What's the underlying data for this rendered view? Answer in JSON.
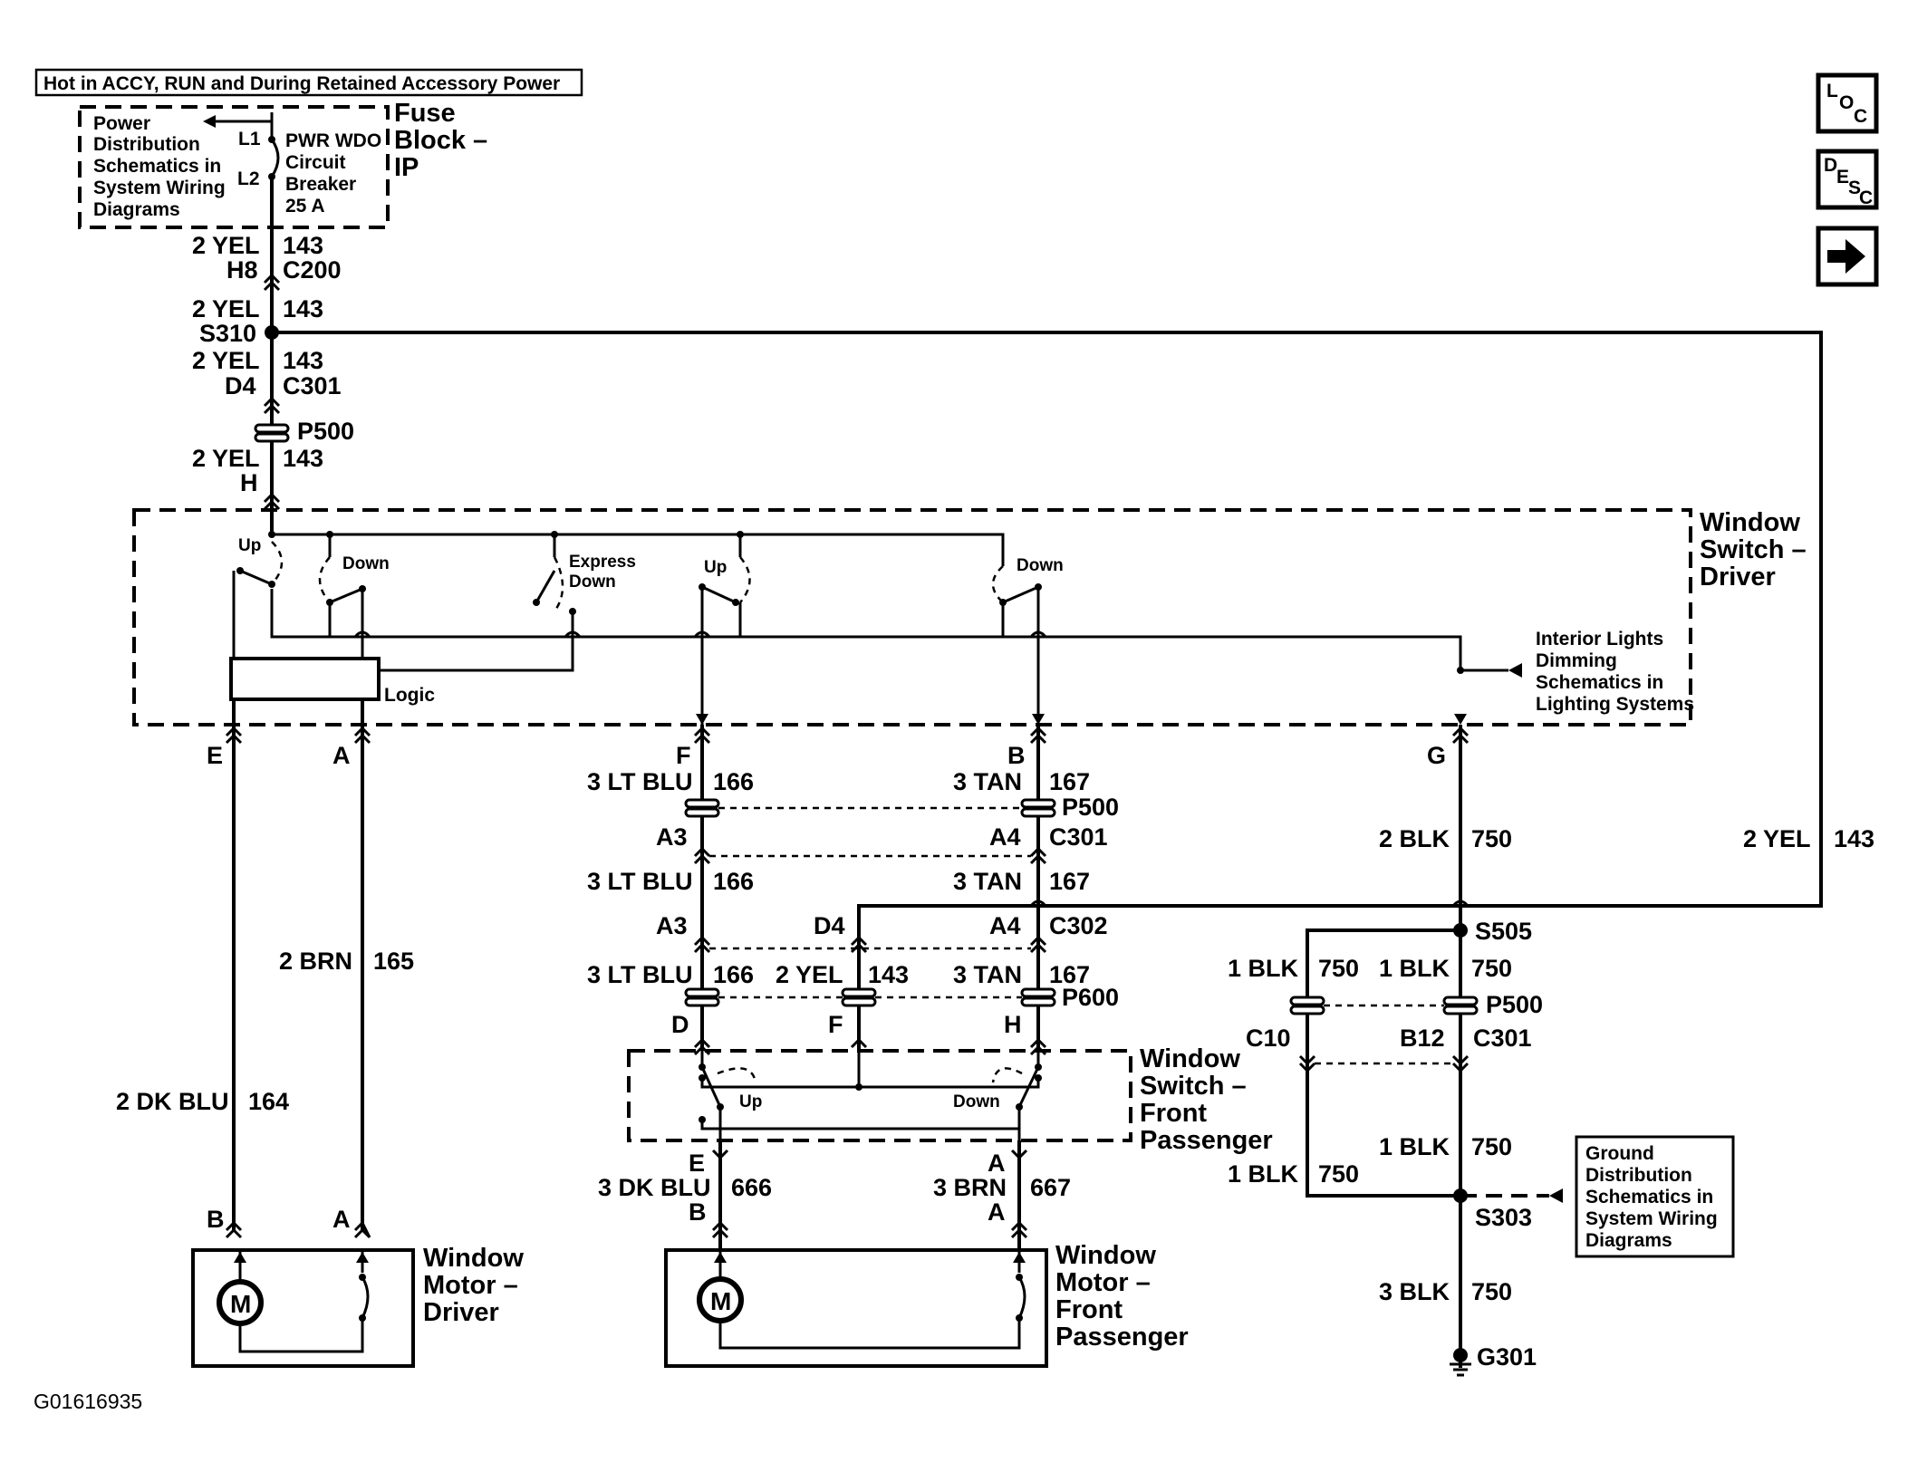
{
  "header_label": "Hot in ACCY, RUN and During Retained Accessory Power",
  "nav_buttons": {
    "loc": [
      "L",
      "O",
      "C"
    ],
    "desc": [
      "D",
      "E",
      "S",
      "C"
    ],
    "next_arrow_icon": "arrow-right-icon"
  },
  "fuse_block": {
    "ref_text": [
      "Power",
      "Distribution",
      "Schematics in",
      "System Wiring",
      "Diagrams"
    ],
    "terminal_l1": "L1",
    "terminal_l2": "L2",
    "breaker_text": [
      "PWR WDO",
      "Circuit",
      "Breaker",
      "25 A"
    ],
    "name": [
      "Fuse",
      "Block –",
      "IP"
    ]
  },
  "feed": {
    "w1": "2 YEL",
    "c1": "143",
    "pin1": "H8",
    "conn1": "C200",
    "w2": "2 YEL",
    "c2": "143",
    "splice": "S310",
    "w3": "2 YEL",
    "c3": "143",
    "pin3": "D4",
    "conn3": "C301",
    "p500": "P500",
    "w4": "2 YEL",
    "c4": "143",
    "pin4": "H"
  },
  "driver_switch": {
    "name": [
      "Window",
      "Switch –",
      "Driver"
    ],
    "up_label": "Up",
    "down_label": "Down",
    "express_label": [
      "Express",
      "Down"
    ],
    "up2_label": "Up",
    "down2_label": "Down",
    "logic_label": "Logic",
    "dimming_ref": [
      "Interior Lights",
      "Dimming",
      "Schematics in",
      "Lighting Systems"
    ],
    "pin_e": "E",
    "pin_a": "A",
    "pin_f": "F",
    "pin_b": "B",
    "pin_g": "G"
  },
  "driver_motor_circuit": {
    "w_brn": "2 BRN",
    "c_brn": "165",
    "w_dkblu": "2 DK BLU",
    "c_dkblu": "164",
    "pin_b": "B",
    "pin_a": "A",
    "motor_symbol": "M",
    "name": [
      "Window",
      "Motor –",
      "Driver"
    ]
  },
  "passenger_circuit": {
    "w_ltblu1": "3 LT BLU",
    "c_ltblu1": "166",
    "w_tan1": "3 TAN",
    "c_tan1": "167",
    "p500": "P500",
    "pin_a3_1": "A3",
    "pin_a4_1": "A4",
    "conn_c301": "C301",
    "w_ltblu2": "3 LT BLU",
    "c_ltblu2": "166",
    "w_tan2": "3 TAN",
    "c_tan2": "167",
    "pin_a3_2": "A3",
    "pin_d4": "D4",
    "pin_a4_2": "A4",
    "conn_c302": "C302",
    "w_ltblu3": "3 LT BLU",
    "c_ltblu3": "166",
    "w_yel": "2 YEL",
    "c_yel": "143",
    "w_tan3": "3 TAN",
    "c_tan3": "167",
    "p600": "P600",
    "pin_d": "D",
    "pin_f": "F",
    "pin_h": "H",
    "switch_name": [
      "Window",
      "Switch –",
      "Front",
      "Passenger"
    ],
    "up_label": "Up",
    "down_label": "Down",
    "pin_e": "E",
    "pin_a": "A",
    "w_dkblu": "3 DK BLU",
    "c_dkblu": "666",
    "w_brn": "3 BRN",
    "c_brn": "667",
    "motor_pin_b": "B",
    "motor_pin_a": "A",
    "motor_symbol": "M",
    "motor_name": [
      "Window",
      "Motor –",
      "Front",
      "Passenger"
    ]
  },
  "ground_circuit": {
    "w_blk2": "2 BLK",
    "c_blk2": "750",
    "w_yel_right": "2 YEL",
    "c_yel_right": "143",
    "splice_s505": "S505",
    "w_blk1a": "1 BLK",
    "c_blk1a": "750",
    "w_blk1b": "1 BLK",
    "c_blk1b": "750",
    "p500": "P500",
    "pin_c10": "C10",
    "pin_b12": "B12",
    "conn_c301": "C301",
    "w_blk1c": "1 BLK",
    "c_blk1c": "750",
    "w_blk1d": "1 BLK",
    "c_blk1d": "750",
    "splice_s303": "S303",
    "ground_ref": [
      "Ground",
      "Distribution",
      "Schematics in",
      "System Wiring",
      "Diagrams"
    ],
    "w_blk3": "3 BLK",
    "c_blk3": "750",
    "ground": "G301"
  },
  "figure_id": "G01616935"
}
